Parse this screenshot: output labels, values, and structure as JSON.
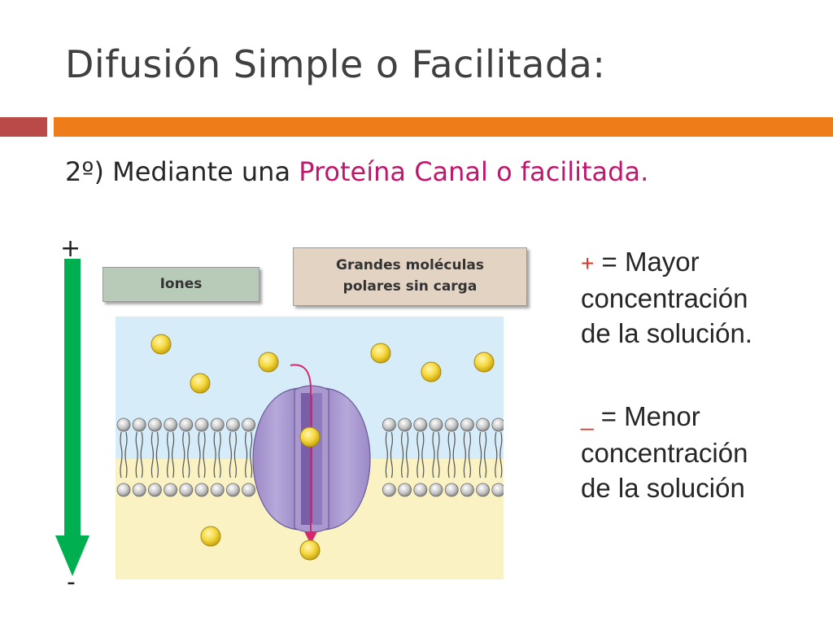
{
  "slide": {
    "title": "Difusión Simple o Facilitada:",
    "subtitle_prefix": "2º) Mediante una ",
    "subtitle_highlight": "Proteína Canal o facilitada.",
    "colors": {
      "title": "#404040",
      "highlight": "#c0176d",
      "bar_left": "#b94a48",
      "bar_right": "#ee7d19",
      "arrow_green": "#00b050",
      "legend_symbol": "#e0301e"
    }
  },
  "diagram": {
    "plus_label": "+",
    "minus_label": "-",
    "iones_label": "Iones",
    "grandes_line1": "Grandes moléculas",
    "grandes_line2": "polares sin carga",
    "colors": {
      "iones_box": "#b8cbb9",
      "grandes_box": "#e3d3c3",
      "extracellular": "#d6ecf9",
      "intracellular": "#fbf2c4",
      "protein": "#a999cf",
      "channel": "#7a5fa8",
      "molecule": "#f5d840",
      "path_arrow": "#d6266c"
    }
  },
  "legend": {
    "plus_symbol": "+",
    "plus_line1": " = Mayor",
    "plus_line2": "concentración",
    "plus_line3": "de la solución.",
    "minus_symbol": "_",
    "minus_line1": " = Menor",
    "minus_line2": "concentración",
    "minus_line3": "de la solución"
  }
}
